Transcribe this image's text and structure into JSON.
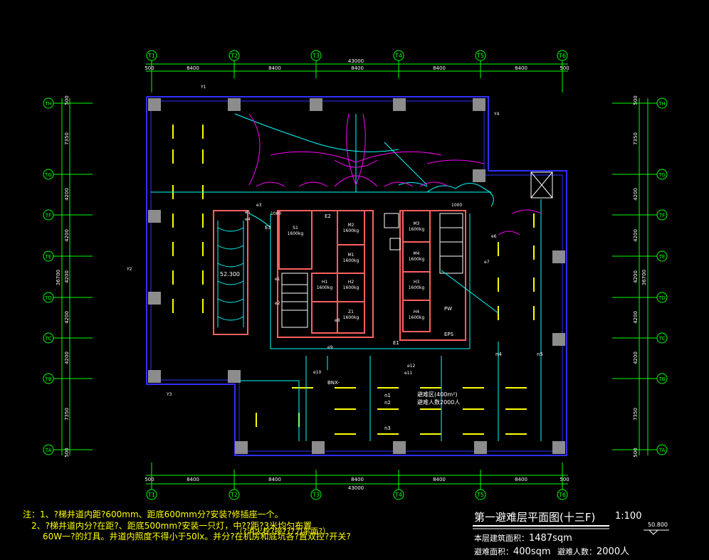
{
  "axes": {
    "columns": [
      "T1",
      "T2",
      "T3",
      "T4",
      "T5",
      "T6"
    ],
    "rows_left": [
      "TH",
      "TG",
      "TF",
      "TE",
      "TD",
      "TC",
      "TB",
      "TA"
    ],
    "rows_right": [
      "TH",
      "TG",
      "TF",
      "TE",
      "TD",
      "TC",
      "TB",
      "TA"
    ],
    "top_dims": [
      "500",
      "8400",
      "8400",
      "8400",
      "8400",
      "8400",
      "500"
    ],
    "top_total": "43000",
    "bottom_dims": [
      "500",
      "8400",
      "8400",
      "8400",
      "8400",
      "8400",
      "500"
    ],
    "bottom_total": "43000",
    "left_dims": [
      "500",
      "7350",
      "4200",
      "4200",
      "4200",
      "4200",
      "4200",
      "7350",
      "500"
    ],
    "left_total": "36700",
    "right_dims": [
      "500",
      "7350",
      "4200",
      "4200",
      "4200",
      "4200",
      "4200",
      "7350",
      "500"
    ],
    "right_total": "36700"
  },
  "plan_labels": {
    "elevators": [
      "S1",
      "M3",
      "M2",
      "M4",
      "M1",
      "H1",
      "H2",
      "Z1",
      "H3",
      "H4"
    ],
    "elevator_cap": "1600kg",
    "refuge_area": "避难区(400m²)",
    "refuge_people": "避难人数2000人",
    "elevation_tag": "52.300",
    "circuit_n": [
      "n1",
      "n2",
      "n3",
      "n4",
      "n5"
    ],
    "circuit_e": [
      "e1",
      "e2",
      "e3",
      "e4",
      "e5",
      "e6",
      "e7",
      "e8",
      "e9",
      "e10",
      "e11",
      "e12"
    ],
    "panel_a": "E1",
    "panel_b": "E2",
    "panel_c": "E3",
    "cable_tag": "BNX-",
    "cable_tag2": "PW",
    "eps_tag": "EPS",
    "dim_a": "1000",
    "dim_b": "1000",
    "small_tags": [
      "Y1",
      "Y2",
      "Y3",
      "Y4"
    ]
  },
  "notes": {
    "line1": "注：1、?梯井道内距?600mm、距底600mm分?安装?修插座一个。",
    "line2": "2、?梯井道内分?在距?、距底500mm?安装一只灯，中??距?3米均匀布置",
    "line3": "60W一?的灯具。井道内照度不得小于50lx。并分?在机房和底坑各?置双控?开关?",
    "line3b": "（?消火栓?接???力平面?）"
  },
  "title_block": {
    "title": "第一避难层平面图(十三F)",
    "scale": "1:100",
    "level": "50.800",
    "area_label": "本层建筑面积：",
    "area_value": "1487sqm",
    "refuge_label": "避难面积：",
    "refuge_value": "400sqm",
    "people_label": "避难人数：",
    "people_value": "2000人"
  },
  "colors": {
    "background": "#000000",
    "axis_green": "#00ff00",
    "wall_blue": "#3030ff",
    "wire_cyan": "#00ffff",
    "wire_magenta": "#ff00ff",
    "column_grey": "#8c8c8c",
    "shaft_red": "#ff6060",
    "fixture_yellow": "#ffff00",
    "text_white": "#ffffff"
  }
}
